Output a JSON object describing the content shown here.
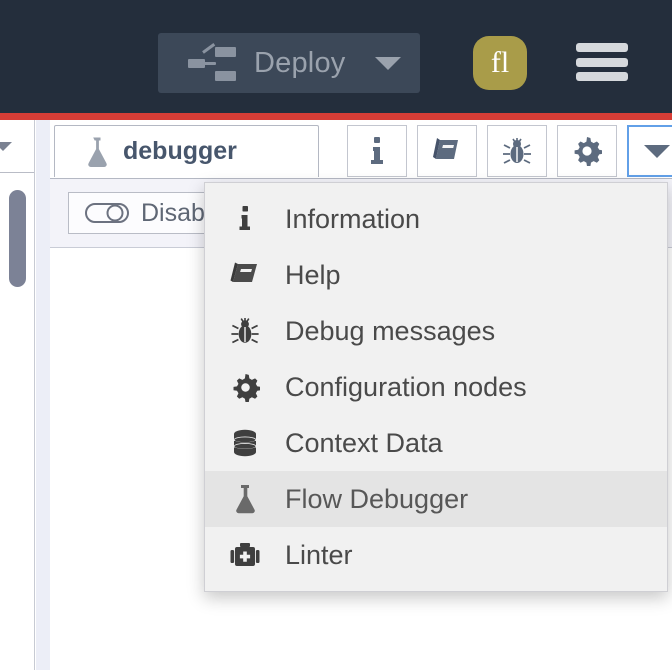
{
  "header": {
    "deploy": {
      "label": "Deploy",
      "icon": "flow-nodes-icon",
      "caret": "chevron-down-icon",
      "disabled": true
    },
    "avatar": {
      "initials": "fl",
      "color": "#a99c49"
    },
    "menu_button": "hamburger-icon",
    "background": "#242e3c",
    "accent_bar": "#d73d36"
  },
  "tabs": {
    "active": {
      "label": "debugger",
      "icon": "flask-icon"
    }
  },
  "toolbar": {
    "buttons": [
      {
        "name": "information",
        "icon": "info-icon"
      },
      {
        "name": "help",
        "icon": "book-icon"
      },
      {
        "name": "debug-messages",
        "icon": "bug-icon"
      },
      {
        "name": "configuration-nodes",
        "icon": "gear-icon"
      },
      {
        "name": "more-options",
        "icon": "chevron-down-icon",
        "focused": true
      }
    ]
  },
  "sidebar_panel": {
    "disable_button": {
      "label": "Disable",
      "icon": "toggle-off-icon"
    }
  },
  "dropdown": {
    "items": [
      {
        "label": "Information",
        "icon": "info-icon",
        "highlighted": false
      },
      {
        "label": "Help",
        "icon": "book-icon",
        "highlighted": false
      },
      {
        "label": "Debug messages",
        "icon": "bug-icon",
        "highlighted": false
      },
      {
        "label": "Configuration nodes",
        "icon": "gear-icon",
        "highlighted": false
      },
      {
        "label": "Context Data",
        "icon": "database-icon",
        "highlighted": false
      },
      {
        "label": "Flow Debugger",
        "icon": "flask-icon",
        "highlighted": true
      },
      {
        "label": "Linter",
        "icon": "medkit-icon",
        "highlighted": false
      }
    ],
    "background": "#f1f1f1",
    "highlight_color": "#e4e4e4"
  }
}
